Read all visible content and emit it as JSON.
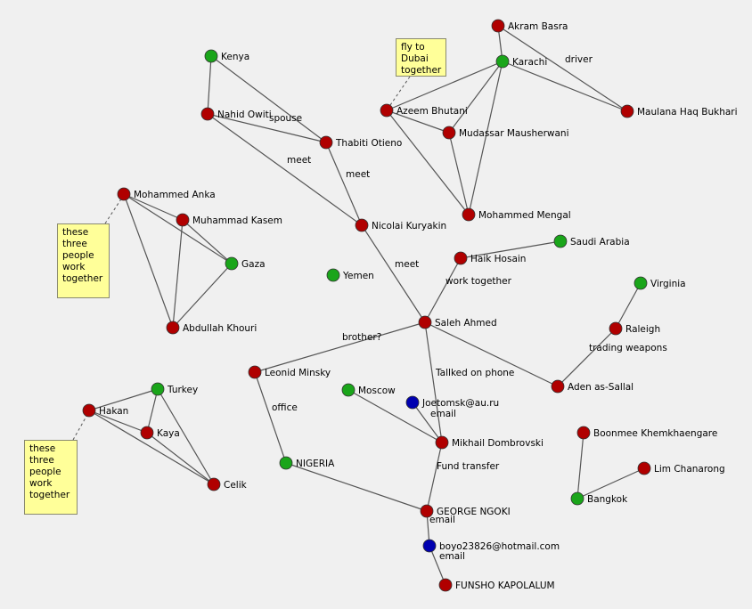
{
  "colors": {
    "person": "#b00000",
    "place": "#1aa51a",
    "email": "#0000b0",
    "note_bg": "#ffff99",
    "background": "#f0f0f0"
  },
  "nodes": [
    {
      "id": "akram",
      "label": "Akram Basra",
      "kind": "person"
    },
    {
      "id": "karachi",
      "label": "Karachi",
      "kind": "place"
    },
    {
      "id": "maulana",
      "label": "Maulana Haq Bukhari",
      "kind": "person"
    },
    {
      "id": "azeem",
      "label": "Azeem Bhutani",
      "kind": "person"
    },
    {
      "id": "mudassar",
      "label": "Mudassar Mausherwani",
      "kind": "person"
    },
    {
      "id": "mengal",
      "label": "Mohammed Mengal",
      "kind": "person"
    },
    {
      "id": "kenya",
      "label": "Kenya",
      "kind": "place"
    },
    {
      "id": "nahid",
      "label": "Nahid Owiti",
      "kind": "person"
    },
    {
      "id": "thabiti",
      "label": "Thabiti Otieno",
      "kind": "person"
    },
    {
      "id": "nicolai",
      "label": "Nicolai Kuryakin",
      "kind": "person"
    },
    {
      "id": "anka",
      "label": "Mohammed Anka",
      "kind": "person"
    },
    {
      "id": "kasem",
      "label": "Muhammad Kasem",
      "kind": "person"
    },
    {
      "id": "gaza",
      "label": "Gaza",
      "kind": "place"
    },
    {
      "id": "khouri",
      "label": "Abdullah Khouri",
      "kind": "person"
    },
    {
      "id": "saudi",
      "label": "Saudi Arabia",
      "kind": "place"
    },
    {
      "id": "haik",
      "label": "Haik Hosain",
      "kind": "person"
    },
    {
      "id": "yemen",
      "label": "Yemen",
      "kind": "place"
    },
    {
      "id": "saleh",
      "label": "Saleh Ahmed",
      "kind": "person"
    },
    {
      "id": "virginia",
      "label": "Virginia",
      "kind": "place"
    },
    {
      "id": "raleigh",
      "label": "Raleigh",
      "kind": "person"
    },
    {
      "id": "aden",
      "label": "Aden as-Sallal",
      "kind": "person"
    },
    {
      "id": "leonid",
      "label": "Leonid Minsky",
      "kind": "person"
    },
    {
      "id": "moscow",
      "label": "Moscow",
      "kind": "place"
    },
    {
      "id": "joetomsk",
      "label": "Joetomsk@au.ru",
      "kind": "email"
    },
    {
      "id": "mikhail",
      "label": "Mikhail Dombrovski",
      "kind": "person"
    },
    {
      "id": "turkey",
      "label": "Turkey",
      "kind": "place"
    },
    {
      "id": "hakan",
      "label": "Hakan",
      "kind": "person"
    },
    {
      "id": "kaya",
      "label": "Kaya",
      "kind": "person"
    },
    {
      "id": "celik",
      "label": "Celik",
      "kind": "person"
    },
    {
      "id": "nigeria",
      "label": "NIGERIA",
      "kind": "place"
    },
    {
      "id": "ngoki",
      "label": "GEORGE NGOKI",
      "kind": "person"
    },
    {
      "id": "boyo",
      "label": "boyo23826@hotmail.com",
      "kind": "email"
    },
    {
      "id": "funsho",
      "label": "FUNSHO KAPOLALUM",
      "kind": "person"
    },
    {
      "id": "boonmee",
      "label": "Boonmee Khemkhaengare",
      "kind": "person"
    },
    {
      "id": "lim",
      "label": "Lim Chanarong",
      "kind": "person"
    },
    {
      "id": "bangkok",
      "label": "Bangkok",
      "kind": "place"
    }
  ],
  "edges": [
    {
      "from": "akram",
      "to": "karachi",
      "label": ""
    },
    {
      "from": "akram",
      "to": "maulana",
      "label": ""
    },
    {
      "from": "karachi",
      "to": "maulana",
      "label": "driver"
    },
    {
      "from": "karachi",
      "to": "azeem",
      "label": ""
    },
    {
      "from": "karachi",
      "to": "mudassar",
      "label": ""
    },
    {
      "from": "karachi",
      "to": "mengal",
      "label": ""
    },
    {
      "from": "azeem",
      "to": "mudassar",
      "label": ""
    },
    {
      "from": "azeem",
      "to": "mengal",
      "label": ""
    },
    {
      "from": "mudassar",
      "to": "mengal",
      "label": ""
    },
    {
      "from": "kenya",
      "to": "nahid",
      "label": ""
    },
    {
      "from": "kenya",
      "to": "thabiti",
      "label": ""
    },
    {
      "from": "nahid",
      "to": "thabiti",
      "label": "spouse"
    },
    {
      "from": "nahid",
      "to": "nicolai",
      "label": "meet"
    },
    {
      "from": "thabiti",
      "to": "nicolai",
      "label": "meet"
    },
    {
      "from": "nicolai",
      "to": "saleh",
      "label": "meet"
    },
    {
      "from": "anka",
      "to": "kasem",
      "label": ""
    },
    {
      "from": "anka",
      "to": "gaza",
      "label": ""
    },
    {
      "from": "anka",
      "to": "khouri",
      "label": ""
    },
    {
      "from": "kasem",
      "to": "gaza",
      "label": ""
    },
    {
      "from": "kasem",
      "to": "khouri",
      "label": ""
    },
    {
      "from": "gaza",
      "to": "khouri",
      "label": ""
    },
    {
      "from": "saudi",
      "to": "haik",
      "label": ""
    },
    {
      "from": "haik",
      "to": "saleh",
      "label": "work together"
    },
    {
      "from": "saleh",
      "to": "leonid",
      "label": "brother?"
    },
    {
      "from": "saleh",
      "to": "aden",
      "label": ""
    },
    {
      "from": "saleh",
      "to": "mikhail",
      "label": "Tallked on phone"
    },
    {
      "from": "virginia",
      "to": "raleigh",
      "label": ""
    },
    {
      "from": "raleigh",
      "to": "aden",
      "label": "trading weapons"
    },
    {
      "from": "leonid",
      "to": "nigeria",
      "label": "office"
    },
    {
      "from": "moscow",
      "to": "mikhail",
      "label": ""
    },
    {
      "from": "joetomsk",
      "to": "mikhail",
      "label": "email"
    },
    {
      "from": "mikhail",
      "to": "ngoki",
      "label": "Fund transfer"
    },
    {
      "from": "nigeria",
      "to": "ngoki",
      "label": ""
    },
    {
      "from": "ngoki",
      "to": "boyo",
      "label": "email"
    },
    {
      "from": "boyo",
      "to": "funsho",
      "label": "email"
    },
    {
      "from": "hakan",
      "to": "turkey",
      "label": ""
    },
    {
      "from": "hakan",
      "to": "kaya",
      "label": ""
    },
    {
      "from": "hakan",
      "to": "celik",
      "label": ""
    },
    {
      "from": "turkey",
      "to": "kaya",
      "label": ""
    },
    {
      "from": "turkey",
      "to": "celik",
      "label": ""
    },
    {
      "from": "kaya",
      "to": "celik",
      "label": ""
    },
    {
      "from": "boonmee",
      "to": "bangkok",
      "label": ""
    },
    {
      "from": "lim",
      "to": "bangkok",
      "label": ""
    }
  ],
  "notes": [
    {
      "id": "note-dubai",
      "text": "fly to Dubai\ntogether",
      "attach": "azeem"
    },
    {
      "id": "note-gaza-group",
      "text": "these\nthree\npeople\nwork\ntogether",
      "attach": "anka"
    },
    {
      "id": "note-turkey-group",
      "text": "these\nthree\npeople\nwork\ntogether",
      "attach": "hakan"
    }
  ]
}
